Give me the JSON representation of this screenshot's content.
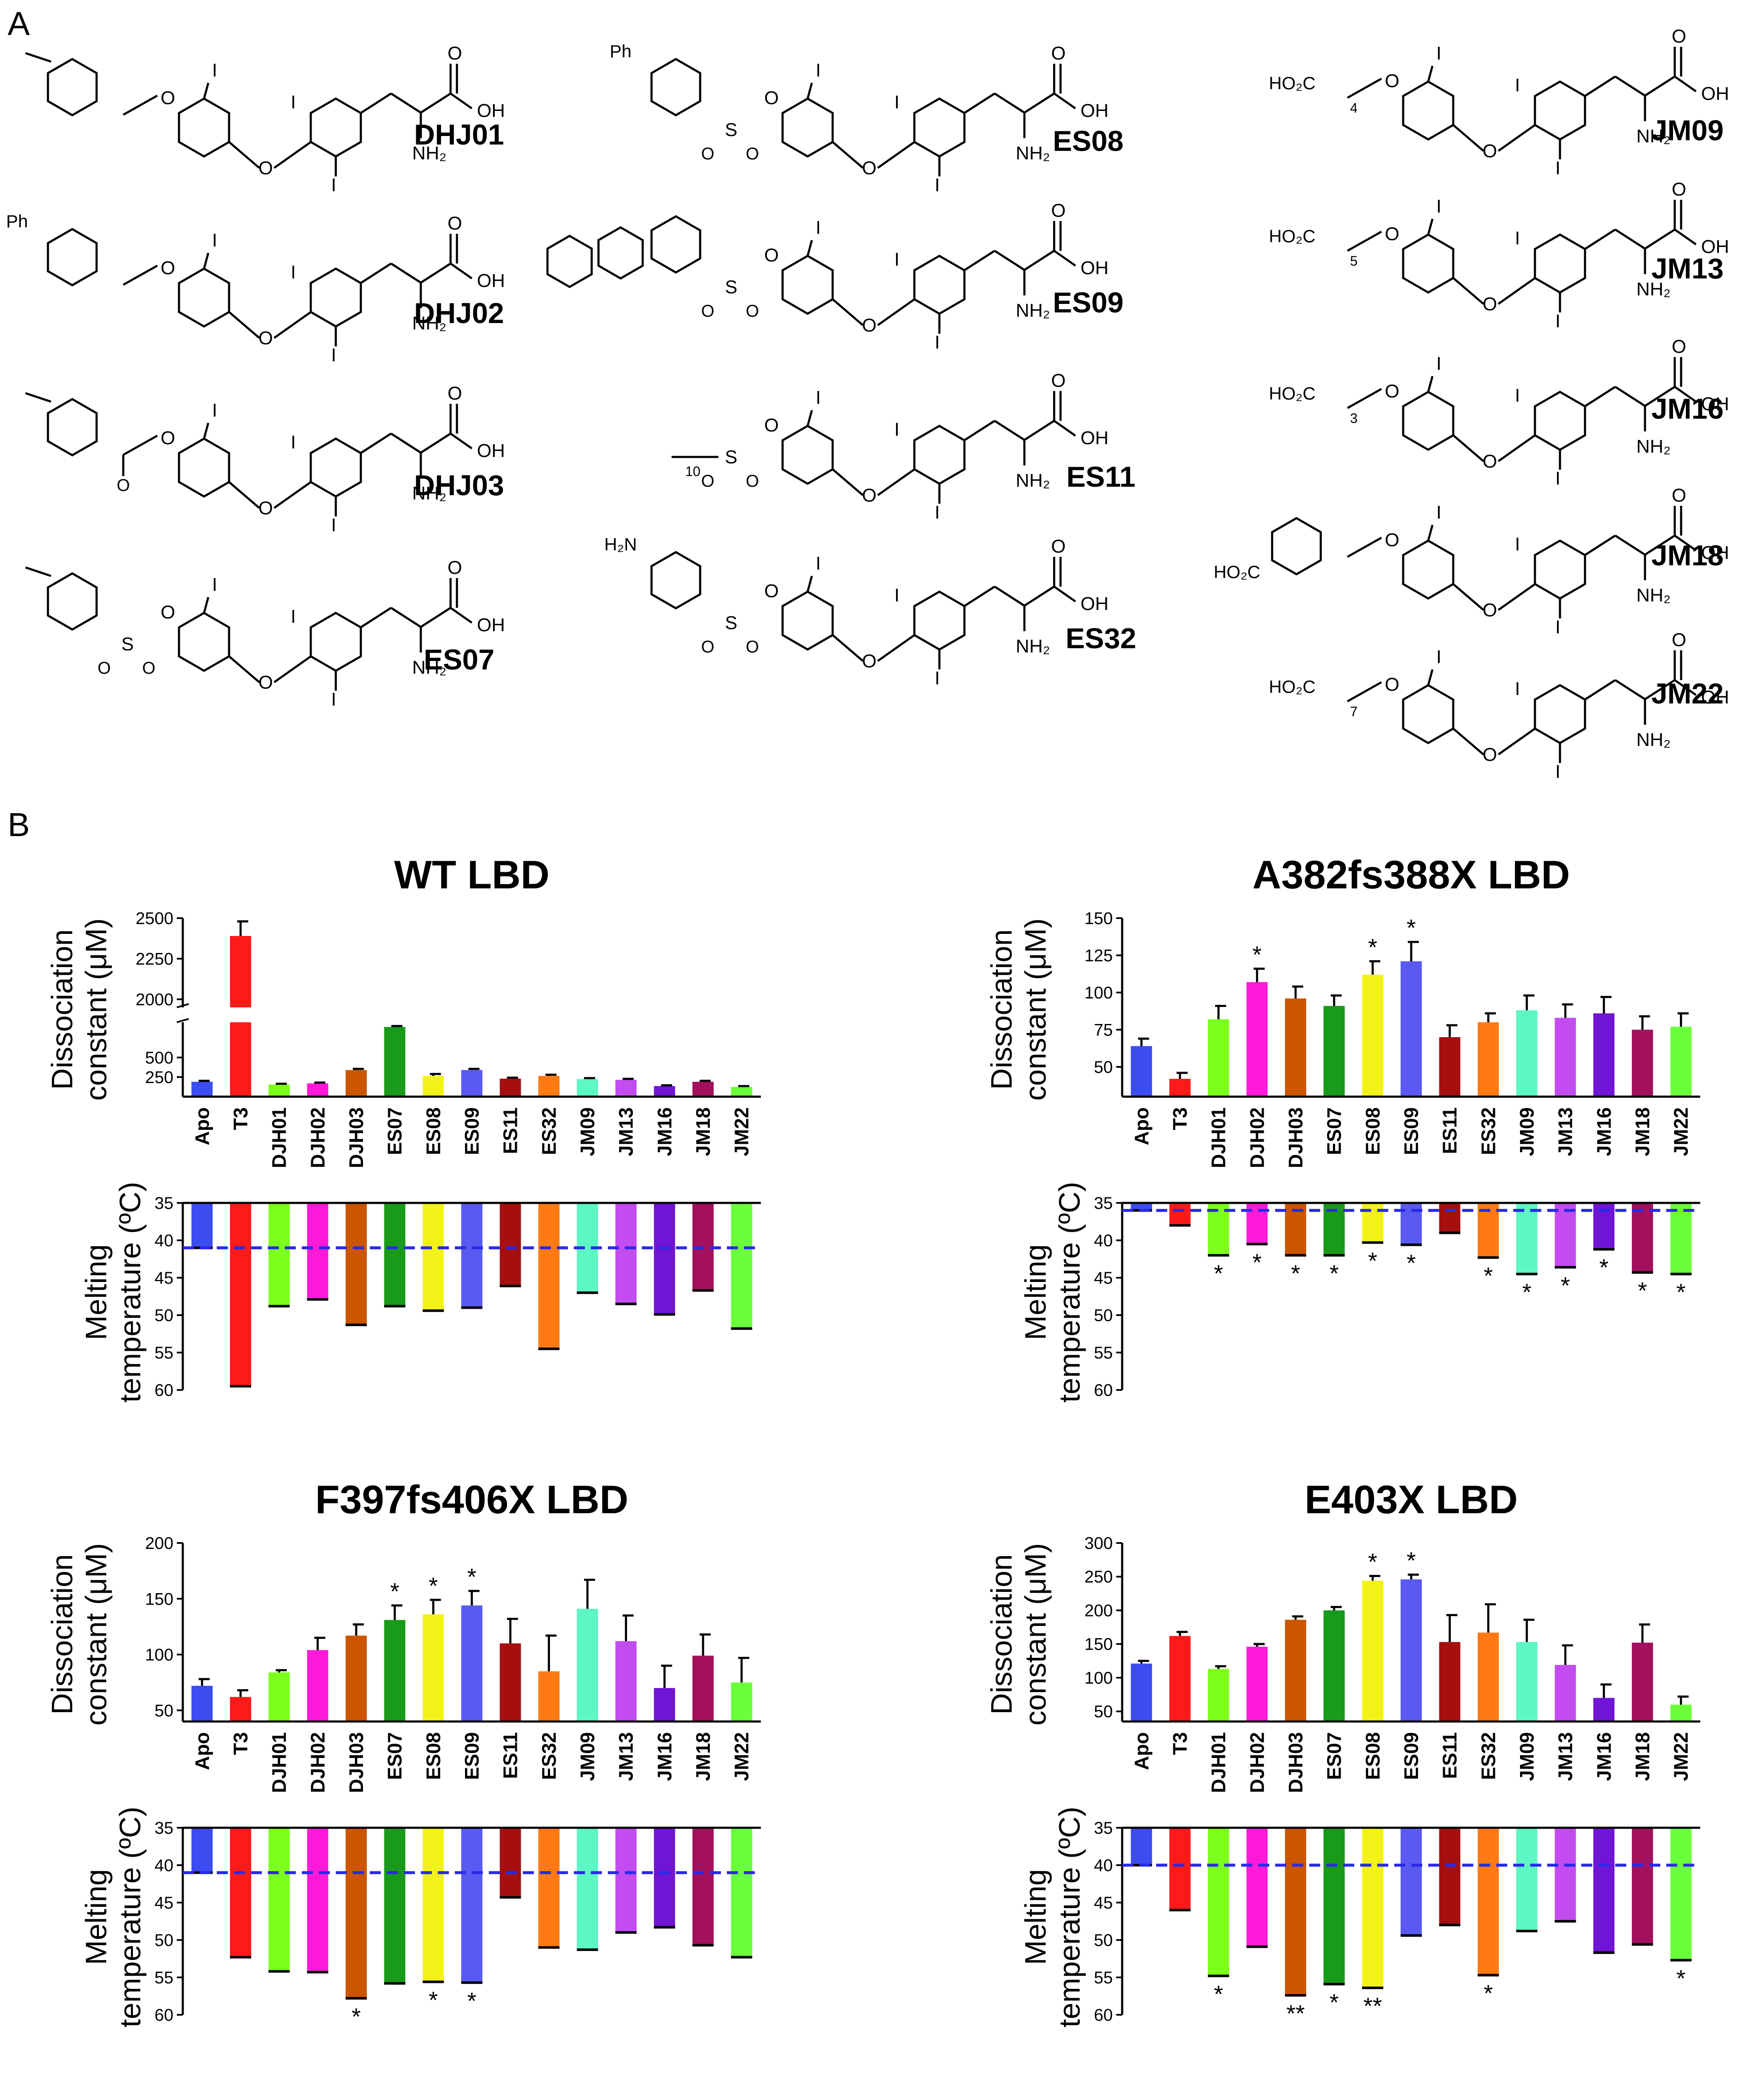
{
  "panel_labels": {
    "a": "A",
    "b": "B"
  },
  "compounds": [
    {
      "id": "DHJ01",
      "label": "DHJ01",
      "col": 0,
      "row": 0,
      "group": "benzyl",
      "tail": "Me"
    },
    {
      "id": "DHJ02",
      "label": "DHJ02",
      "col": 0,
      "row": 1,
      "group": "benzyl",
      "tail": "Ph"
    },
    {
      "id": "DHJ03",
      "label": "DHJ03",
      "col": 0,
      "row": 2,
      "group": "benzoyl",
      "tail": "Me"
    },
    {
      "id": "ES07",
      "label": "ES07",
      "col": 0,
      "row": 3,
      "group": "sulfonyl",
      "tail": "Me"
    },
    {
      "id": "ES08",
      "label": "ES08",
      "col": 1,
      "row": 0,
      "group": "sulfonyl",
      "tail": "Ph"
    },
    {
      "id": "ES09",
      "label": "ES09",
      "col": 1,
      "row": 1,
      "group": "sulfonyl",
      "tail": "fluorene"
    },
    {
      "id": "ES11",
      "label": "ES11",
      "col": 1,
      "row": 2,
      "group": "alkylsulfonyl",
      "sub": "10"
    },
    {
      "id": "ES32",
      "label": "ES32",
      "col": 1,
      "row": 3,
      "group": "sulfonyl",
      "tail": "H2N"
    },
    {
      "id": "JM09",
      "label": "JM09",
      "col": 2,
      "row": 0,
      "group": "acid",
      "sub": "4"
    },
    {
      "id": "JM13",
      "label": "JM13",
      "col": 2,
      "row": 1,
      "group": "acid",
      "sub": "5"
    },
    {
      "id": "JM16",
      "label": "JM16",
      "col": 2,
      "row": 2,
      "group": "acid",
      "sub": "3"
    },
    {
      "id": "JM18",
      "label": "JM18",
      "col": 2,
      "row": 3,
      "group": "aryl-acid"
    },
    {
      "id": "JM22",
      "label": "JM22",
      "col": 2,
      "row": 4,
      "group": "acid",
      "sub": "7"
    }
  ],
  "chem_text": {
    "oh": "OH",
    "nh2": "NH₂",
    "iodine": "I",
    "oxygen": "O",
    "sulfur": "S",
    "ph": "Ph",
    "ho2c": "HO₂C",
    "h2n": "H₂N"
  },
  "colors": [
    "#3b4cf0",
    "#ff1a1a",
    "#7cff1a",
    "#ff1ad9",
    "#cc5500",
    "#1a9a1a",
    "#f2f21a",
    "#5a5af2",
    "#a50f0f",
    "#ff7a12",
    "#5cf7c4",
    "#c34cf0",
    "#7014d6",
    "#a3105e",
    "#6bff3b"
  ],
  "dashed_line_color": "#2a2ae6",
  "chart_data": [
    {
      "type": "bar",
      "title": "WT LBD",
      "categories": [
        "Apo",
        "T3",
        "DJH01",
        "DJH02",
        "DJH03",
        "ES07",
        "ES08",
        "ES09",
        "ES11",
        "ES32",
        "JM09",
        "JM13",
        "JM16",
        "JM18",
        "JM22"
      ],
      "kd": {
        "ylabel": [
          "Dissociation",
          "constant (μM)"
        ],
        "broken_axis": true,
        "lower_ticks": [
          250,
          500
        ],
        "upper_ticks": [
          2000,
          2250,
          2500
        ],
        "values": [
          190,
          2390,
          155,
          170,
          340,
          890,
          265,
          340,
          230,
          265,
          225,
          215,
          135,
          190,
          125
        ],
        "errors": [
          12,
          90,
          10,
          10,
          15,
          12,
          25,
          15,
          12,
          15,
          12,
          12,
          10,
          12,
          10
        ],
        "stars": [
          "",
          "",
          "",
          "",
          "",
          "",
          "",
          "",
          "",
          "",
          "",
          "",
          "",
          "",
          ""
        ]
      },
      "tm": {
        "ylabel": [
          "Melting",
          "temperature (ºC)"
        ],
        "ticks": [
          35,
          40,
          45,
          50,
          55,
          60
        ],
        "ylim": [
          35,
          60
        ],
        "reference": 41,
        "values": [
          41,
          59.5,
          48.8,
          47.9,
          51.3,
          48.8,
          49.4,
          49,
          46.1,
          54.5,
          47,
          48.5,
          49.9,
          46.7,
          51.8
        ],
        "stars": [
          "",
          "",
          "",
          "",
          "",
          "",
          "",
          "",
          "",
          "",
          "",
          "",
          "",
          "",
          ""
        ]
      }
    },
    {
      "type": "bar",
      "title": "A382fs388X LBD",
      "categories": [
        "Apo",
        "T3",
        "DJH01",
        "DJH02",
        "DJH03",
        "ES07",
        "ES08",
        "ES09",
        "ES11",
        "ES32",
        "JM09",
        "JM13",
        "JM16",
        "JM18",
        "JM22"
      ],
      "kd": {
        "ylabel": [
          "Dissociation",
          "constant (μM)"
        ],
        "broken_axis": false,
        "ticks": [
          50,
          75,
          100,
          125,
          150
        ],
        "ylim": [
          30,
          150
        ],
        "values": [
          64,
          42,
          82,
          107,
          96,
          91,
          112,
          121,
          70,
          80,
          88,
          83,
          86,
          75,
          77
        ],
        "errors": [
          5,
          4,
          9,
          9,
          8,
          7,
          9,
          13,
          8,
          6,
          10,
          9,
          11,
          9,
          9
        ],
        "stars": [
          "",
          "",
          "",
          "*",
          "",
          "",
          "*",
          "*",
          "",
          "",
          "",
          "",
          "",
          "",
          ""
        ]
      },
      "tm": {
        "ylabel": [
          "Melting",
          "temperature (ºC)"
        ],
        "ticks": [
          35,
          40,
          45,
          50,
          55,
          60
        ],
        "ylim": [
          35,
          60
        ],
        "reference": 36,
        "values": [
          36,
          38,
          42,
          40.5,
          42,
          42,
          40.3,
          40.6,
          39,
          42.3,
          44.5,
          43.6,
          41.2,
          44.3,
          44.5
        ],
        "stars": [
          "",
          "",
          "*",
          "*",
          "*",
          "*",
          "*",
          "*",
          "",
          "*",
          "*",
          "*",
          "*",
          "*",
          "*"
        ]
      }
    },
    {
      "type": "bar",
      "title": "F397fs406X LBD",
      "categories": [
        "Apo",
        "T3",
        "DJH01",
        "DJH02",
        "DJH03",
        "ES07",
        "ES08",
        "ES09",
        "ES11",
        "ES32",
        "JM09",
        "JM13",
        "JM16",
        "JM18",
        "JM22"
      ],
      "kd": {
        "ylabel": [
          "Dissociation",
          "constant (μM)"
        ],
        "broken_axis": false,
        "ticks": [
          50,
          100,
          150,
          200
        ],
        "ylim": [
          40,
          200
        ],
        "values": [
          72,
          62,
          84,
          104,
          117,
          131,
          136,
          144,
          110,
          85,
          141,
          112,
          70,
          99,
          75
        ],
        "errors": [
          6,
          6,
          2,
          11,
          10,
          13,
          13,
          13,
          22,
          32,
          26,
          23,
          20,
          19,
          22
        ],
        "stars": [
          "",
          "",
          "",
          "",
          "",
          "*",
          "*",
          "*",
          "",
          "",
          "",
          "",
          "",
          "",
          ""
        ]
      },
      "tm": {
        "ylabel": [
          "Melting",
          "temperature (ºC)"
        ],
        "ticks": [
          35,
          40,
          45,
          50,
          55,
          60
        ],
        "ylim": [
          35,
          60
        ],
        "reference": 41,
        "values": [
          41,
          52.3,
          54.2,
          54.3,
          57.8,
          55.8,
          55.6,
          55.7,
          44.3,
          51,
          51.3,
          49,
          48.3,
          50.7,
          52.3
        ],
        "stars": [
          "",
          "",
          "",
          "",
          "*",
          "",
          "*",
          "*",
          "",
          "",
          "",
          "",
          "",
          "",
          ""
        ]
      }
    },
    {
      "type": "bar",
      "title": "E403X LBD",
      "categories": [
        "Apo",
        "T3",
        "DJH01",
        "DJH02",
        "DJH03",
        "ES07",
        "ES08",
        "ES09",
        "ES11",
        "ES32",
        "JM09",
        "JM13",
        "JM16",
        "JM18",
        "JM22"
      ],
      "kd": {
        "ylabel": [
          "Dissociation",
          "constant (μM)"
        ],
        "broken_axis": false,
        "ticks": [
          50,
          100,
          150,
          200,
          250,
          300
        ],
        "ylim": [
          35,
          300
        ],
        "values": [
          121,
          162,
          113,
          146,
          186,
          200,
          244,
          246,
          153,
          167,
          153,
          119,
          70,
          152,
          60
        ],
        "errors": [
          4,
          6,
          4,
          4,
          5,
          5,
          7,
          7,
          40,
          42,
          33,
          29,
          20,
          27,
          12
        ],
        "stars": [
          "",
          "",
          "",
          "",
          "",
          "",
          "*",
          "*",
          "",
          "",
          "",
          "",
          "",
          "",
          ""
        ]
      },
      "tm": {
        "ylabel": [
          "Melting",
          "temperature (ºC)"
        ],
        "ticks": [
          35,
          40,
          45,
          50,
          55,
          60
        ],
        "ylim": [
          35,
          60
        ],
        "reference": 40,
        "values": [
          40,
          46,
          54.8,
          50.9,
          57.4,
          55.9,
          56.4,
          49.4,
          48,
          54.7,
          48.8,
          47.5,
          51.7,
          50.6,
          52.7
        ],
        "stars": [
          "",
          "",
          "*",
          "",
          "**",
          "*",
          "**",
          "",
          "",
          "*",
          "",
          "",
          "",
          "",
          "*"
        ]
      }
    }
  ]
}
